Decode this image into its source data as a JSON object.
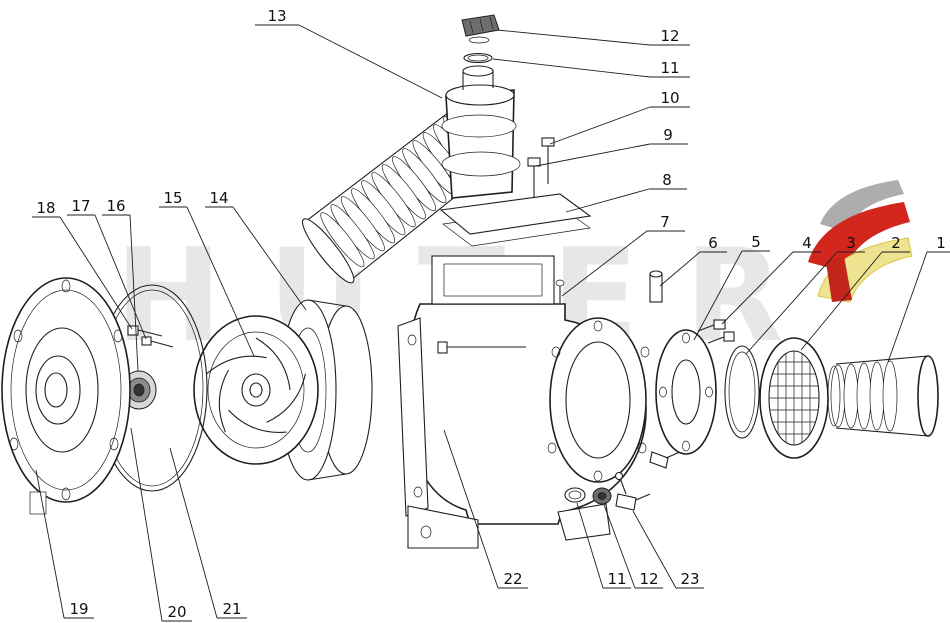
{
  "figure": {
    "type": "exploded-parts-diagram",
    "subject": "water pump assembly",
    "line_color": "#1f1f1f",
    "background": "#ffffff"
  },
  "watermark": {
    "text": "HUTER",
    "logo_colors": {
      "gray": "#adadad",
      "red": "#d3261c",
      "yellow": "#ede391"
    }
  },
  "callouts": {
    "c1": {
      "label": "1"
    },
    "c2": {
      "label": "2"
    },
    "c3": {
      "label": "3"
    },
    "c4": {
      "label": "4"
    },
    "c5": {
      "label": "5"
    },
    "c6": {
      "label": "6"
    },
    "c7": {
      "label": "7"
    },
    "c8": {
      "label": "8"
    },
    "c9": {
      "label": "9"
    },
    "c10": {
      "label": "10"
    },
    "c11": {
      "label": "11"
    },
    "c12": {
      "label": "12"
    },
    "c13": {
      "label": "13"
    },
    "c14": {
      "label": "14"
    },
    "c15": {
      "label": "15"
    },
    "c16": {
      "label": "16"
    },
    "c17": {
      "label": "17"
    },
    "c18": {
      "label": "18"
    },
    "c19": {
      "label": "19"
    },
    "c20": {
      "label": "20"
    },
    "c21": {
      "label": "21"
    },
    "c22": {
      "label": "22"
    },
    "c11b": {
      "label": "11"
    },
    "c12b": {
      "label": "12"
    },
    "c23": {
      "label": "23"
    }
  }
}
